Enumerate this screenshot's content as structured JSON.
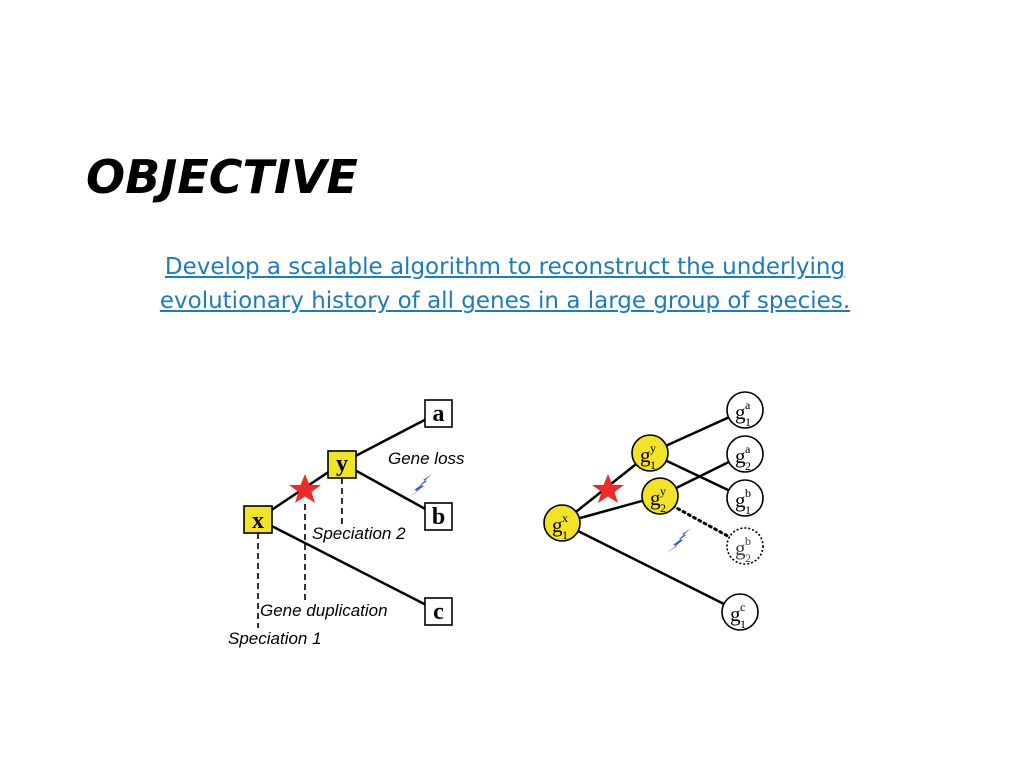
{
  "title": "OBJECTIVE",
  "objective": {
    "line1": "Develop a scalable algorithm to reconstruct the underlying",
    "line2": "evolutionary history of all genes in a large group of species."
  },
  "species_tree": {
    "internal_nodes": [
      "x",
      "y"
    ],
    "leaves": [
      "a",
      "b",
      "c"
    ],
    "labels": {
      "gene_loss": "Gene loss",
      "speciation_2": "Speciation 2",
      "gene_duplication": "Gene duplication",
      "speciation_1": "Speciation 1"
    }
  },
  "gene_tree": {
    "nodes": [
      {
        "base": "g",
        "sub": "1",
        "sup": "x"
      },
      {
        "base": "g",
        "sub": "1",
        "sup": "y"
      },
      {
        "base": "g",
        "sub": "2",
        "sup": "y"
      }
    ],
    "leaves": [
      {
        "base": "g",
        "sub": "1",
        "sup": "a"
      },
      {
        "base": "g",
        "sub": "2",
        "sup": "a"
      },
      {
        "base": "g",
        "sub": "1",
        "sup": "b"
      },
      {
        "base": "g",
        "sub": "2",
        "sup": "b",
        "lost": true
      },
      {
        "base": "g",
        "sub": "1",
        "sup": "c"
      }
    ]
  },
  "colors": {
    "link": "#1f7bbf",
    "node_fill": "#f2e22a",
    "star": "#ee2b2b",
    "lightning": "#3b5cc4"
  },
  "icons": [
    "duplication-star-icon",
    "gene-loss-lightning-icon"
  ]
}
